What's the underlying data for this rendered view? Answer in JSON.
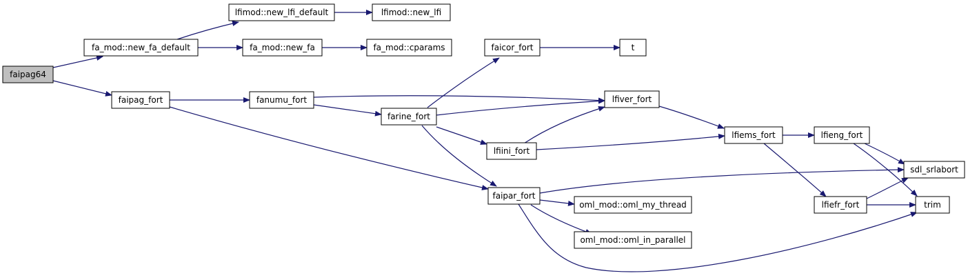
{
  "colors": {
    "edge": "#191970",
    "node_fill": "#ffffff",
    "root_fill": "#bfbfbf",
    "border": "#000000"
  },
  "nodes": {
    "faipag64": "faipag64",
    "fa_new_fa_default": "fa_mod::new_fa_default",
    "lfimod_new_lfi_default": "lfimod::new_lfi_default",
    "lfimod_new_lfi": "lfimod::new_lfi",
    "fa_new_fa": "fa_mod::new_fa",
    "fa_cparams": "fa_mod::cparams",
    "faipag_fort": "faipag_fort",
    "fanumu_fort": "fanumu_fort",
    "faicor_fort": "faicor_fort",
    "t": "t",
    "farine_fort": "farine_fort",
    "lfiver_fort": "lfiver_fort",
    "lfiini_fort": "lfiini_fort",
    "lfiems_fort": "lfiems_fort",
    "lfieng_fort": "lfieng_fort",
    "sdl_srlabort": "sdl_srlabort",
    "faipar_fort": "faipar_fort",
    "oml_my_thread": "oml_mod::oml_my_thread",
    "oml_in_parallel": "oml_mod::oml_in_parallel",
    "lfiefr_fort": "lfiefr_fort",
    "trim": "trim"
  }
}
